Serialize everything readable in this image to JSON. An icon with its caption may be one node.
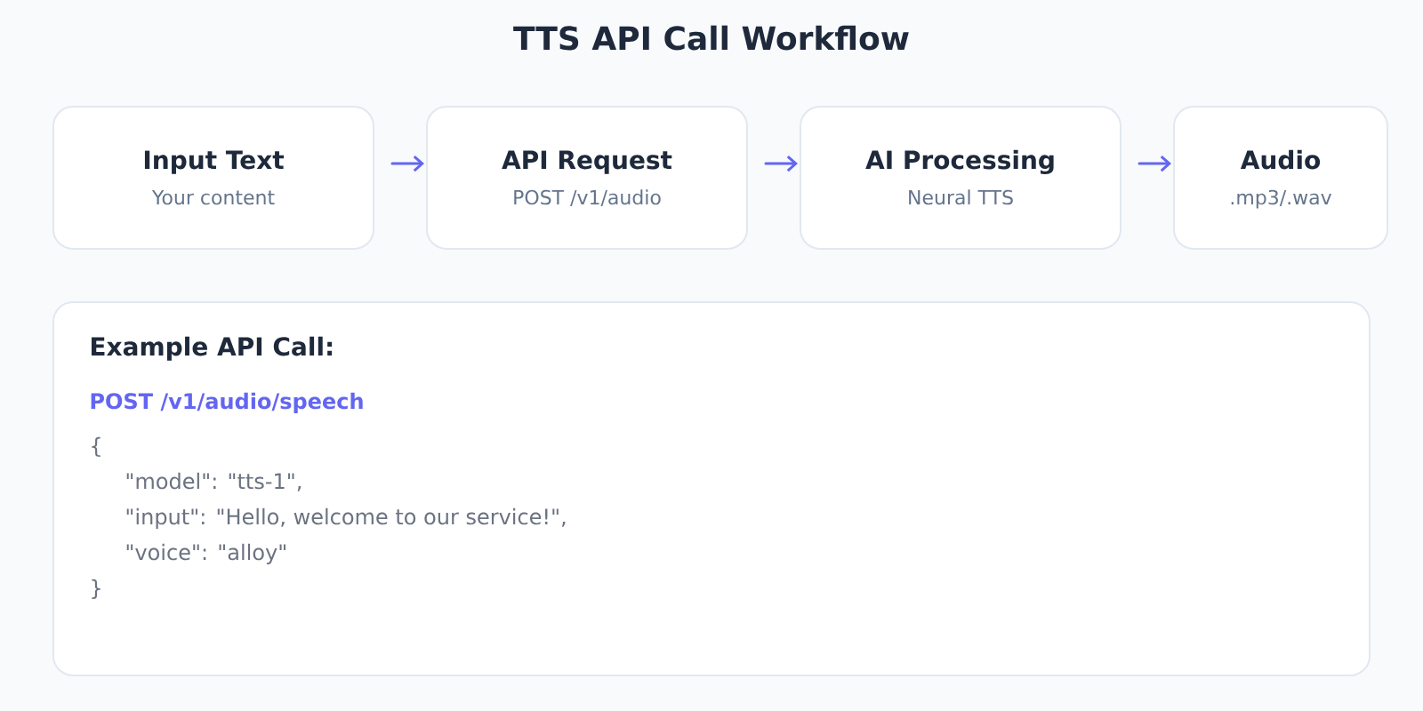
{
  "diagram": {
    "title": "TTS API Call Workflow",
    "nodes": [
      {
        "text": [
          "Input Text",
          "Your content"
        ]
      },
      {
        "text": [
          "API Request",
          "POST /v1/audio"
        ]
      },
      {
        "text": [
          "AI Processing",
          "Neural TTS"
        ]
      },
      {
        "text": [
          "Audio",
          ".mp3/.wav"
        ]
      },
      {
        "text": [
          "Example API Call:",
          "POST /v1/audio/speech",
          "{",
          "\"model\": \"tts-1\",",
          "\"input\": \"Hello, welcome to our service!\",",
          "\"voice\": \"alloy\"",
          "}"
        ]
      }
    ],
    "edges": [
      {
        "from": 0,
        "to": 1,
        "arrow": "to"
      },
      {
        "from": 1,
        "to": 2,
        "arrow": "to"
      },
      {
        "from": 2,
        "to": 3,
        "arrow": "to"
      }
    ]
  }
}
